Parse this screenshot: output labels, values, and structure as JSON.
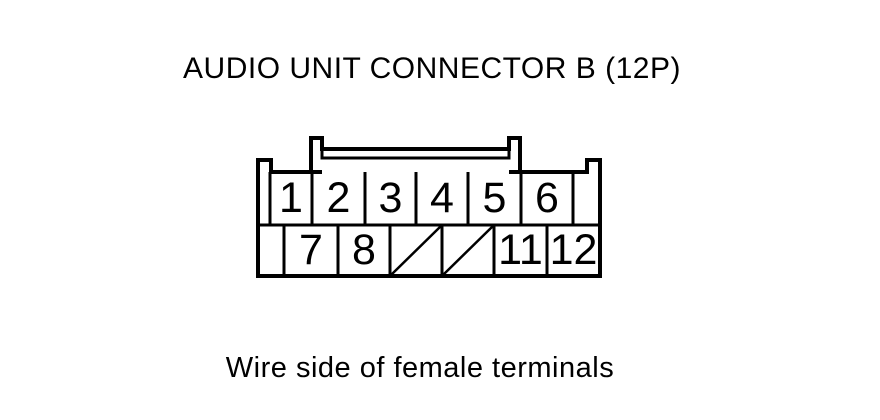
{
  "title": "AUDIO UNIT CONNECTOR B (12P)",
  "caption": "Wire side of female terminals",
  "connector": {
    "name": "Audio Unit Connector B",
    "pin_total": "12P",
    "top_row_pins": [
      "1",
      "2",
      "3",
      "4",
      "5",
      "6"
    ],
    "bottom_row_pins": [
      "7",
      "8",
      "11",
      "12"
    ],
    "skipped_pin_positions": [
      "9",
      "10"
    ],
    "skipped_marker": "diagonal-slash",
    "view": "wire side, female terminals"
  },
  "colors": {
    "ink": "#000000",
    "background": "#ffffff"
  }
}
